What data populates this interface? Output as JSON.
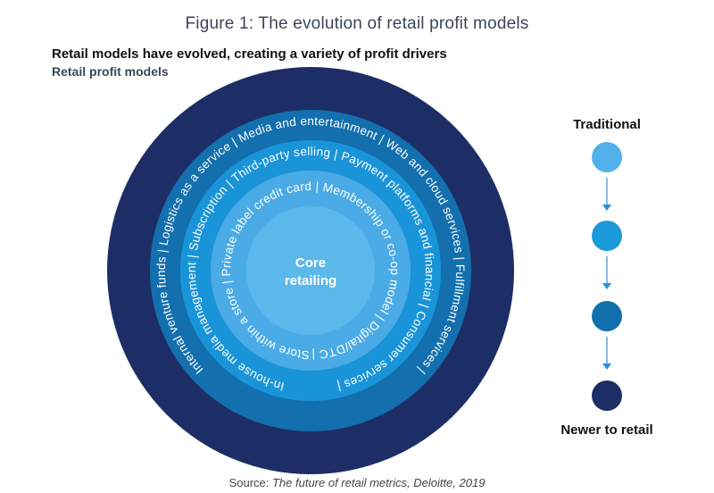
{
  "title": "Figure 1: The evolution of retail profit models",
  "subtitle": "Retail models have evolved, creating a variety of profit drivers",
  "subtitle2": "Retail profit models",
  "core": [
    "Core",
    "retailing"
  ],
  "rings": [
    {
      "color": "#4aabe6",
      "text": "Store within a store | Private label credit card | Membership or co-op model | Digital/DTC |"
    },
    {
      "color": "#1a94d8",
      "text": "In-house media management | Subscription | Third-party selling | Payment platforms and financial | Consumer services |"
    },
    {
      "color": "#136fae",
      "text": "Internal venture funds | Logistics as a service | Media and entertainment | Web and cloud services | Fulfillment services |"
    },
    {
      "color": "#1d2e66",
      "text": ""
    }
  ],
  "legend": {
    "top_label": "Traditional",
    "bottom_label": "Newer to retail",
    "dots": [
      "#52b1ea",
      "#1a9ad9",
      "#1270ad",
      "#1d2e66"
    ],
    "arrow_color": "#2b8fd6"
  },
  "source": {
    "prefix": "Source: ",
    "text": "The future of retail metrics, Deloitte, 2019"
  }
}
